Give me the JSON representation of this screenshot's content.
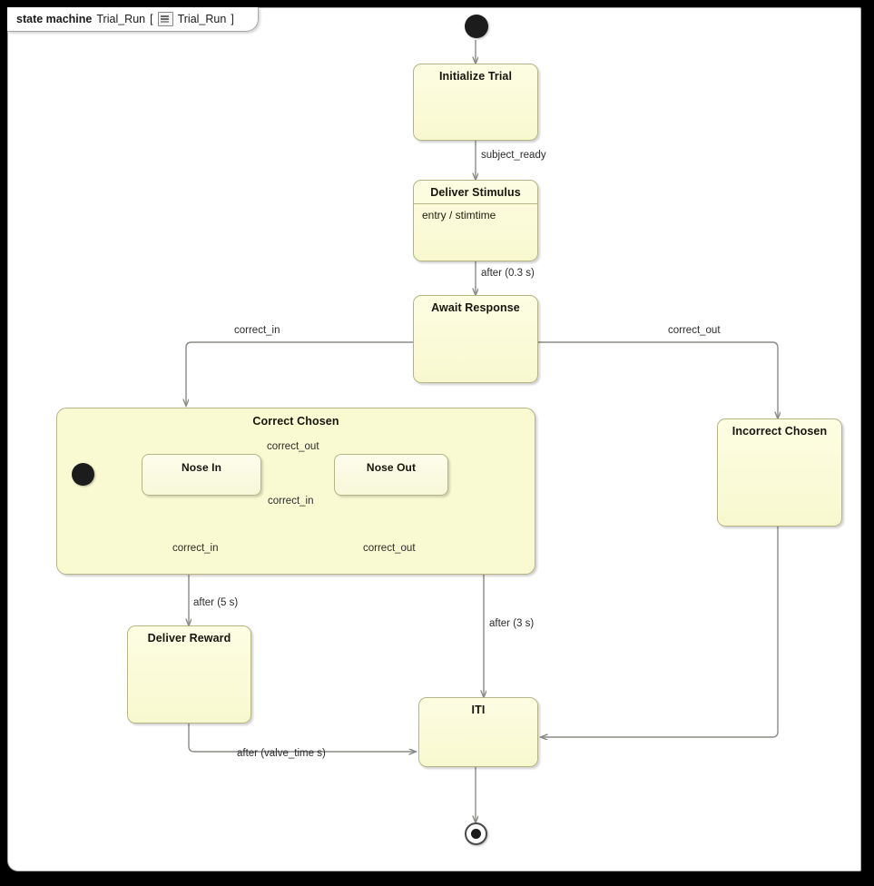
{
  "frame": {
    "keyword": "state machine",
    "name": "Trial_Run",
    "bracket_open": "[",
    "icon": "state-machine-icon",
    "qualified_name": "Trial_Run",
    "bracket_close": "]"
  },
  "diagram": {
    "type": "uml-state-machine",
    "nodes": [
      {
        "id": "initial",
        "kind": "initial-pseudostate",
        "label": ""
      },
      {
        "id": "initialize_trial",
        "kind": "state",
        "label": "Initialize Trial"
      },
      {
        "id": "deliver_stimulus",
        "kind": "state",
        "label": "Deliver Stimulus",
        "body": "entry / stimtime"
      },
      {
        "id": "await_response",
        "kind": "state",
        "label": "Await Response"
      },
      {
        "id": "correct_chosen",
        "kind": "composite-state",
        "label": "Correct Chosen"
      },
      {
        "id": "nose_in",
        "kind": "state",
        "label": "Nose In"
      },
      {
        "id": "nose_out",
        "kind": "state",
        "label": "Nose Out"
      },
      {
        "id": "inner_initial",
        "kind": "initial-pseudostate",
        "label": ""
      },
      {
        "id": "incorrect_chosen",
        "kind": "state",
        "label": "Incorrect Chosen"
      },
      {
        "id": "deliver_reward",
        "kind": "state",
        "label": "Deliver Reward"
      },
      {
        "id": "iti",
        "kind": "state",
        "label": "ITI"
      },
      {
        "id": "final",
        "kind": "final-state",
        "label": ""
      }
    ],
    "transitions": [
      {
        "from": "initial",
        "to": "initialize_trial",
        "label": ""
      },
      {
        "from": "initialize_trial",
        "to": "deliver_stimulus",
        "label": "subject_ready"
      },
      {
        "from": "deliver_stimulus",
        "to": "await_response",
        "label": "after (0.3 s)"
      },
      {
        "from": "await_response",
        "to": "correct_chosen",
        "label": "correct_in"
      },
      {
        "from": "await_response",
        "to": "incorrect_chosen",
        "label": "correct_out"
      },
      {
        "from": "inner_initial",
        "to": "nose_in",
        "label": ""
      },
      {
        "from": "nose_in",
        "to": "nose_out",
        "label": "correct_out"
      },
      {
        "from": "nose_out",
        "to": "nose_in",
        "label": "correct_in"
      },
      {
        "from": "nose_in",
        "to": "nose_in",
        "label": "correct_in"
      },
      {
        "from": "nose_out",
        "to": "nose_out",
        "label": "correct_out"
      },
      {
        "from": "correct_chosen",
        "to": "deliver_reward",
        "label": "after (5 s)"
      },
      {
        "from": "nose_out",
        "to": "iti",
        "label": "after (3 s)"
      },
      {
        "from": "deliver_reward",
        "to": "iti",
        "label": "after (valve_time s)"
      },
      {
        "from": "incorrect_chosen",
        "to": "iti",
        "label": ""
      },
      {
        "from": "iti",
        "to": "final",
        "label": ""
      }
    ],
    "labels": {
      "subject_ready": "subject_ready",
      "after_03s": "after (0.3 s)",
      "correct_in": "correct_in",
      "correct_out": "correct_out",
      "correct_in_inner_loop": "correct_in",
      "correct_out_inner_loop": "correct_out",
      "correct_out_to_noseout": "correct_out",
      "correct_in_to_nosein": "correct_in",
      "after_5s": "after (5 s)",
      "after_3s": "after (3 s)",
      "after_valve_time": "after (valve_time s)"
    },
    "colors": {
      "state_fill": "#FAFAD2",
      "state_border": "#B5B585",
      "edge": "#8A8A86",
      "frame_border": "#A8A8A8",
      "canvas": "#000000",
      "page": "#FFFFFF"
    }
  }
}
